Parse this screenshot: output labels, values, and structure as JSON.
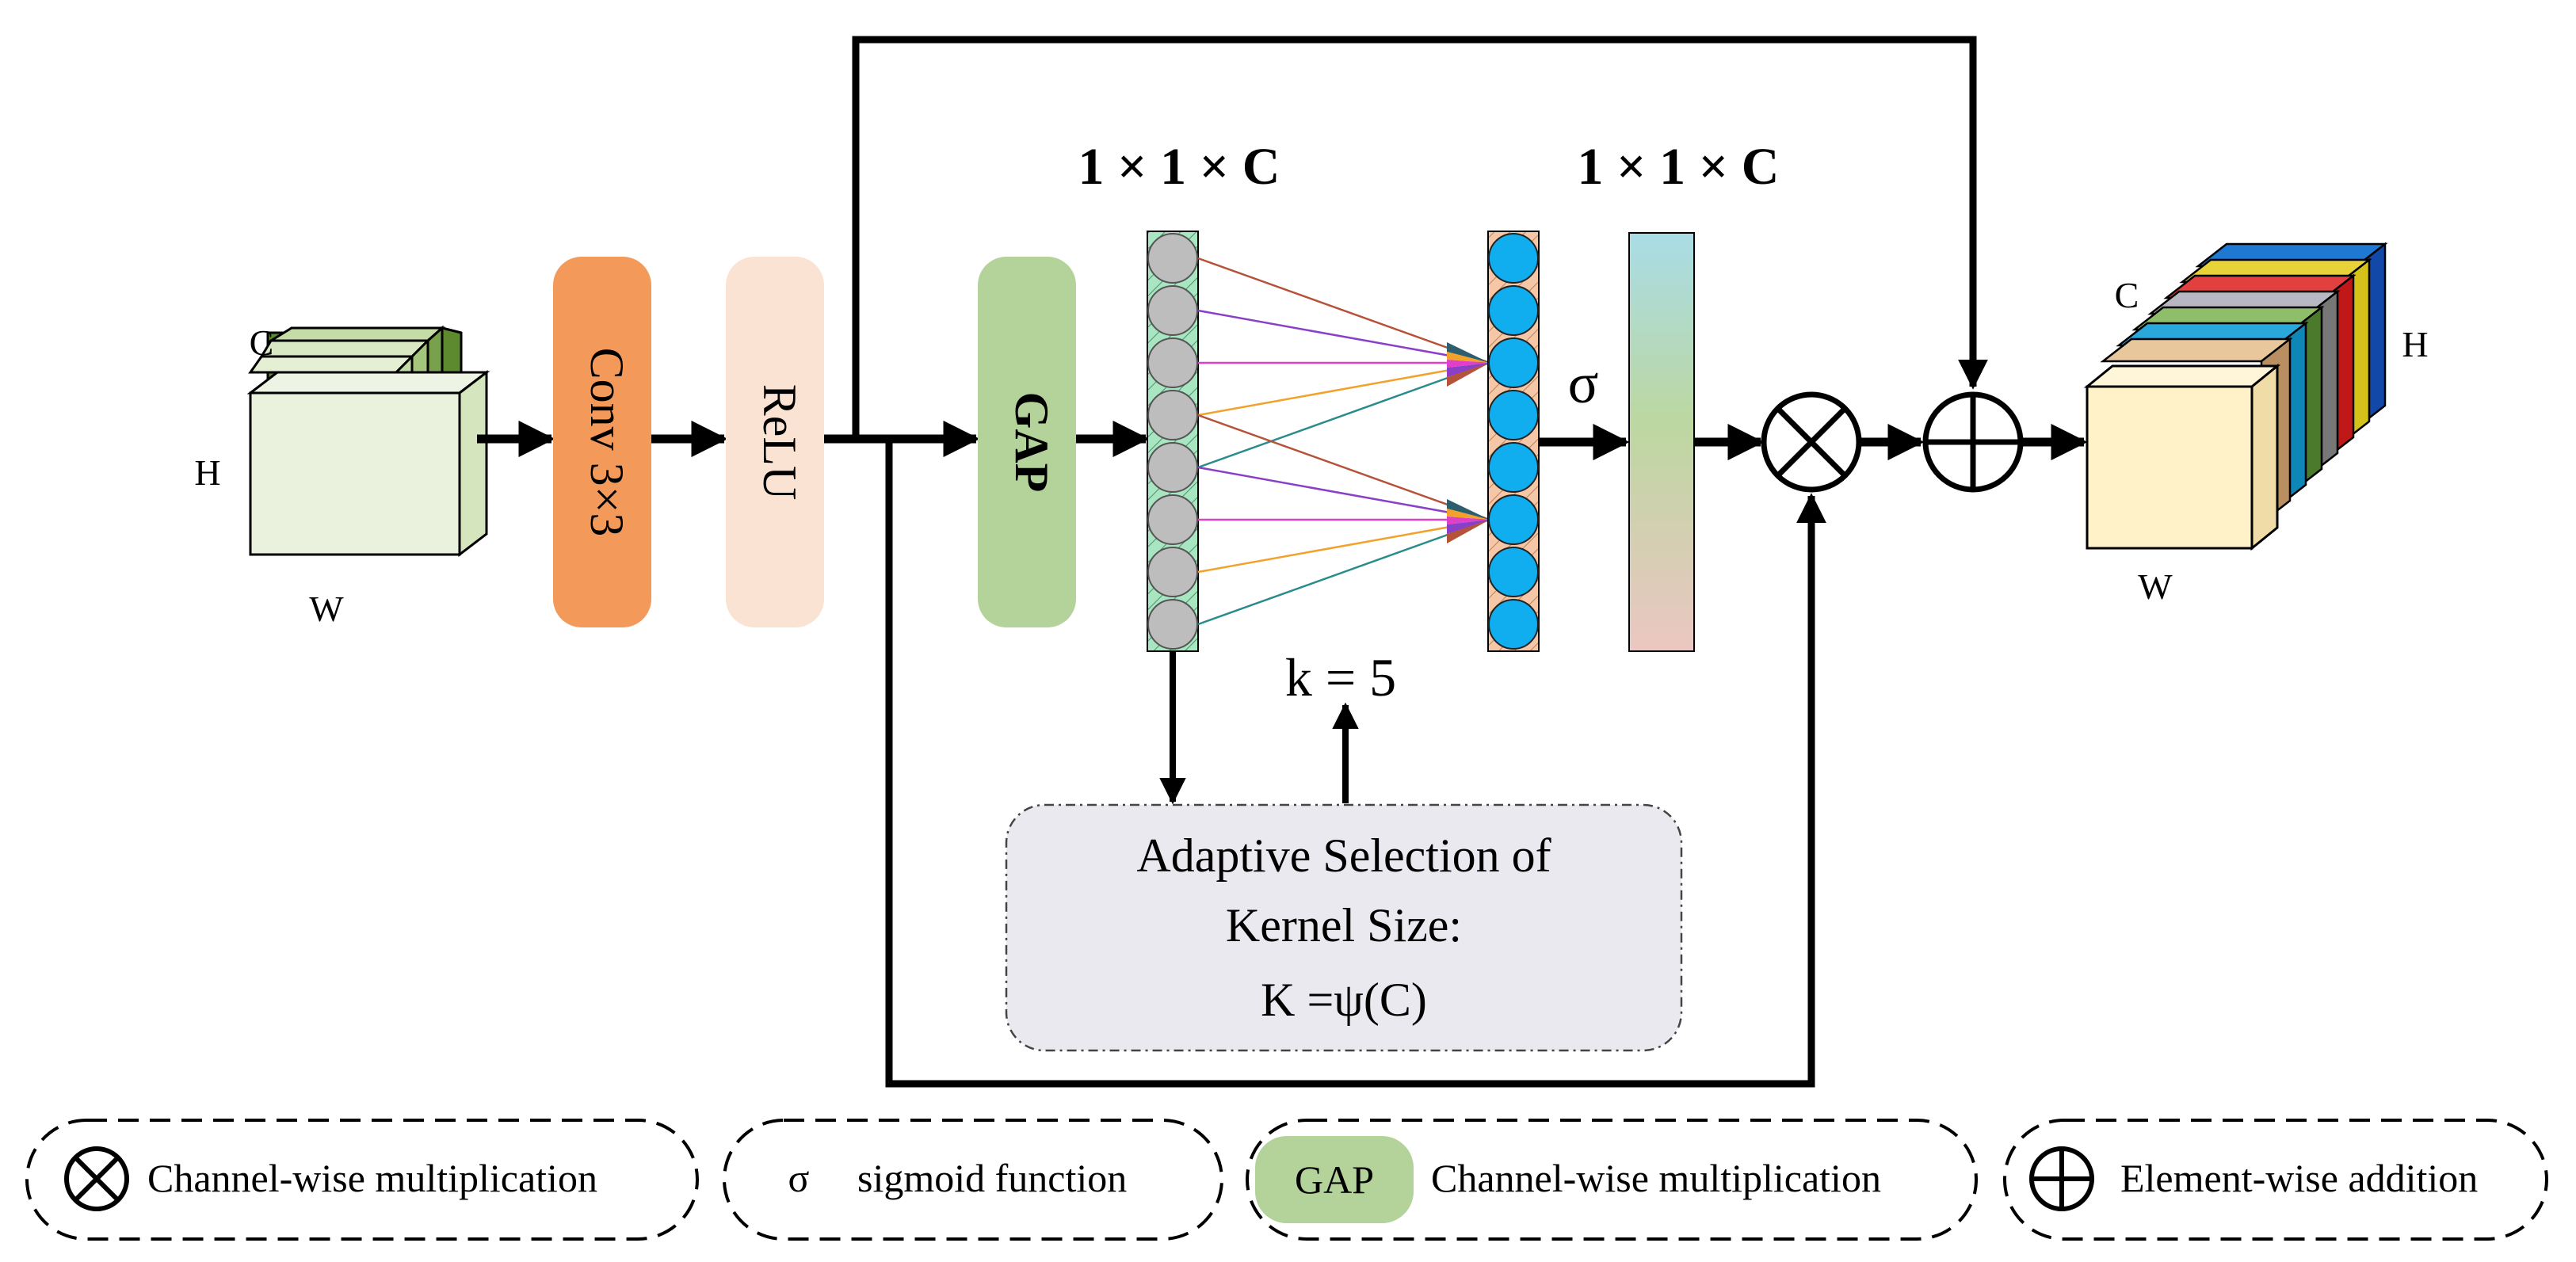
{
  "input_tensor": {
    "label_c": "C",
    "label_h": "H",
    "label_w": "W"
  },
  "blocks": {
    "conv": "Conv 3×3",
    "relu": "ReLU",
    "gap": "GAP"
  },
  "shape_labels": {
    "before": "1 × 1 × C",
    "after": "1 × 1 × C"
  },
  "sigma": "σ",
  "kernel_label": "k = 5",
  "adaptive_box": {
    "line1": "Adaptive Selection of",
    "line2": "Kernel Size:",
    "line3": "K =ψ(C)"
  },
  "output_tensor": {
    "label_c": "C",
    "label_h": "H",
    "label_w": "W"
  },
  "legend": [
    {
      "symbol": "⊗",
      "text": "Channel-wise multiplication"
    },
    {
      "symbol": "σ",
      "text": "sigmoid function"
    },
    {
      "symbol": "GAP",
      "text": "Channel-wise multiplication"
    },
    {
      "symbol": "⊕",
      "text": "Element-wise addition"
    }
  ],
  "colors": {
    "conv": "#F39A5B",
    "relu": "#FBE3D3",
    "gap": "#B4D39A",
    "gap_column_fill": "#A8E6C2",
    "node_gray": "#BDBDBD",
    "node_blue": "#10ADEF",
    "conv_column_fill": "#F6C7A6",
    "adaptive_box": "#EBE9F0",
    "input_front": "#EAF1DD",
    "output_front": "#FFF1C8"
  }
}
